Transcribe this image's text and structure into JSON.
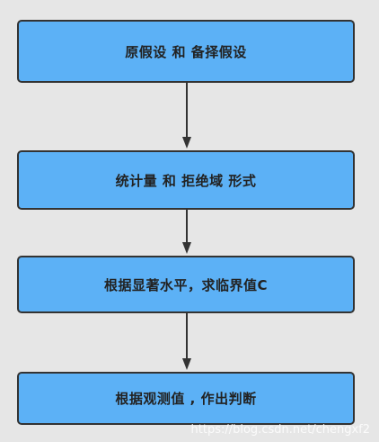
{
  "flowchart": {
    "steps": [
      {
        "label": "原假设 和 备择假设"
      },
      {
        "label": "统计量  和 拒绝域 形式"
      },
      {
        "label": "根据显著水平，求临界值C"
      },
      {
        "label": "根据观测值 , 作出判断"
      }
    ]
  },
  "watermark": "https://blog.csdn.net/chengxf2",
  "colors": {
    "box_fill": "#5cb1f6",
    "box_border": "#333333",
    "arrow": "#333333",
    "background": "#e6e6e6"
  }
}
